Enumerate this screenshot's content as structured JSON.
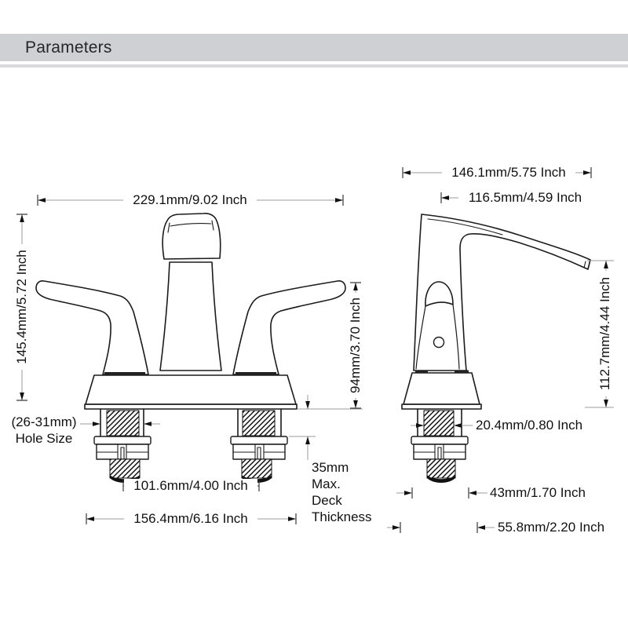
{
  "header": {
    "title": "Parameters"
  },
  "front_view": {
    "dimensions": {
      "top_width": "229.1mm/9.02 Inch",
      "overall_height": "145.4mm/5.72 Inch",
      "handle_height": "94mm/3.70 Inch",
      "hole_size": {
        "line1": "(26-31mm)",
        "line2": "Hole Size"
      },
      "hole_spacing": "101.6mm/4.00 Inch",
      "base_width": "156.4mm/6.16 Inch",
      "deck_thickness": {
        "line1": "35mm",
        "line2": "Max.",
        "line3": "Deck",
        "line4": "Thickness"
      }
    }
  },
  "side_view": {
    "dimensions": {
      "overall_depth": "146.1mm/5.75 Inch",
      "spout_reach": "116.5mm/4.59 Inch",
      "spout_height": "112.7mm/4.44 Inch",
      "shank_diameter": "20.4mm/0.80 Inch",
      "base_front_offset": "43mm/1.70 Inch",
      "spout_front_offset": "55.8mm/2.20 Inch"
    }
  },
  "colors": {
    "header_bar": "#cfd0d4",
    "sub_bar": "#d9dade",
    "outline": "#1b1b1b",
    "dim_line": "#9b9b9b",
    "text": "#111111"
  }
}
